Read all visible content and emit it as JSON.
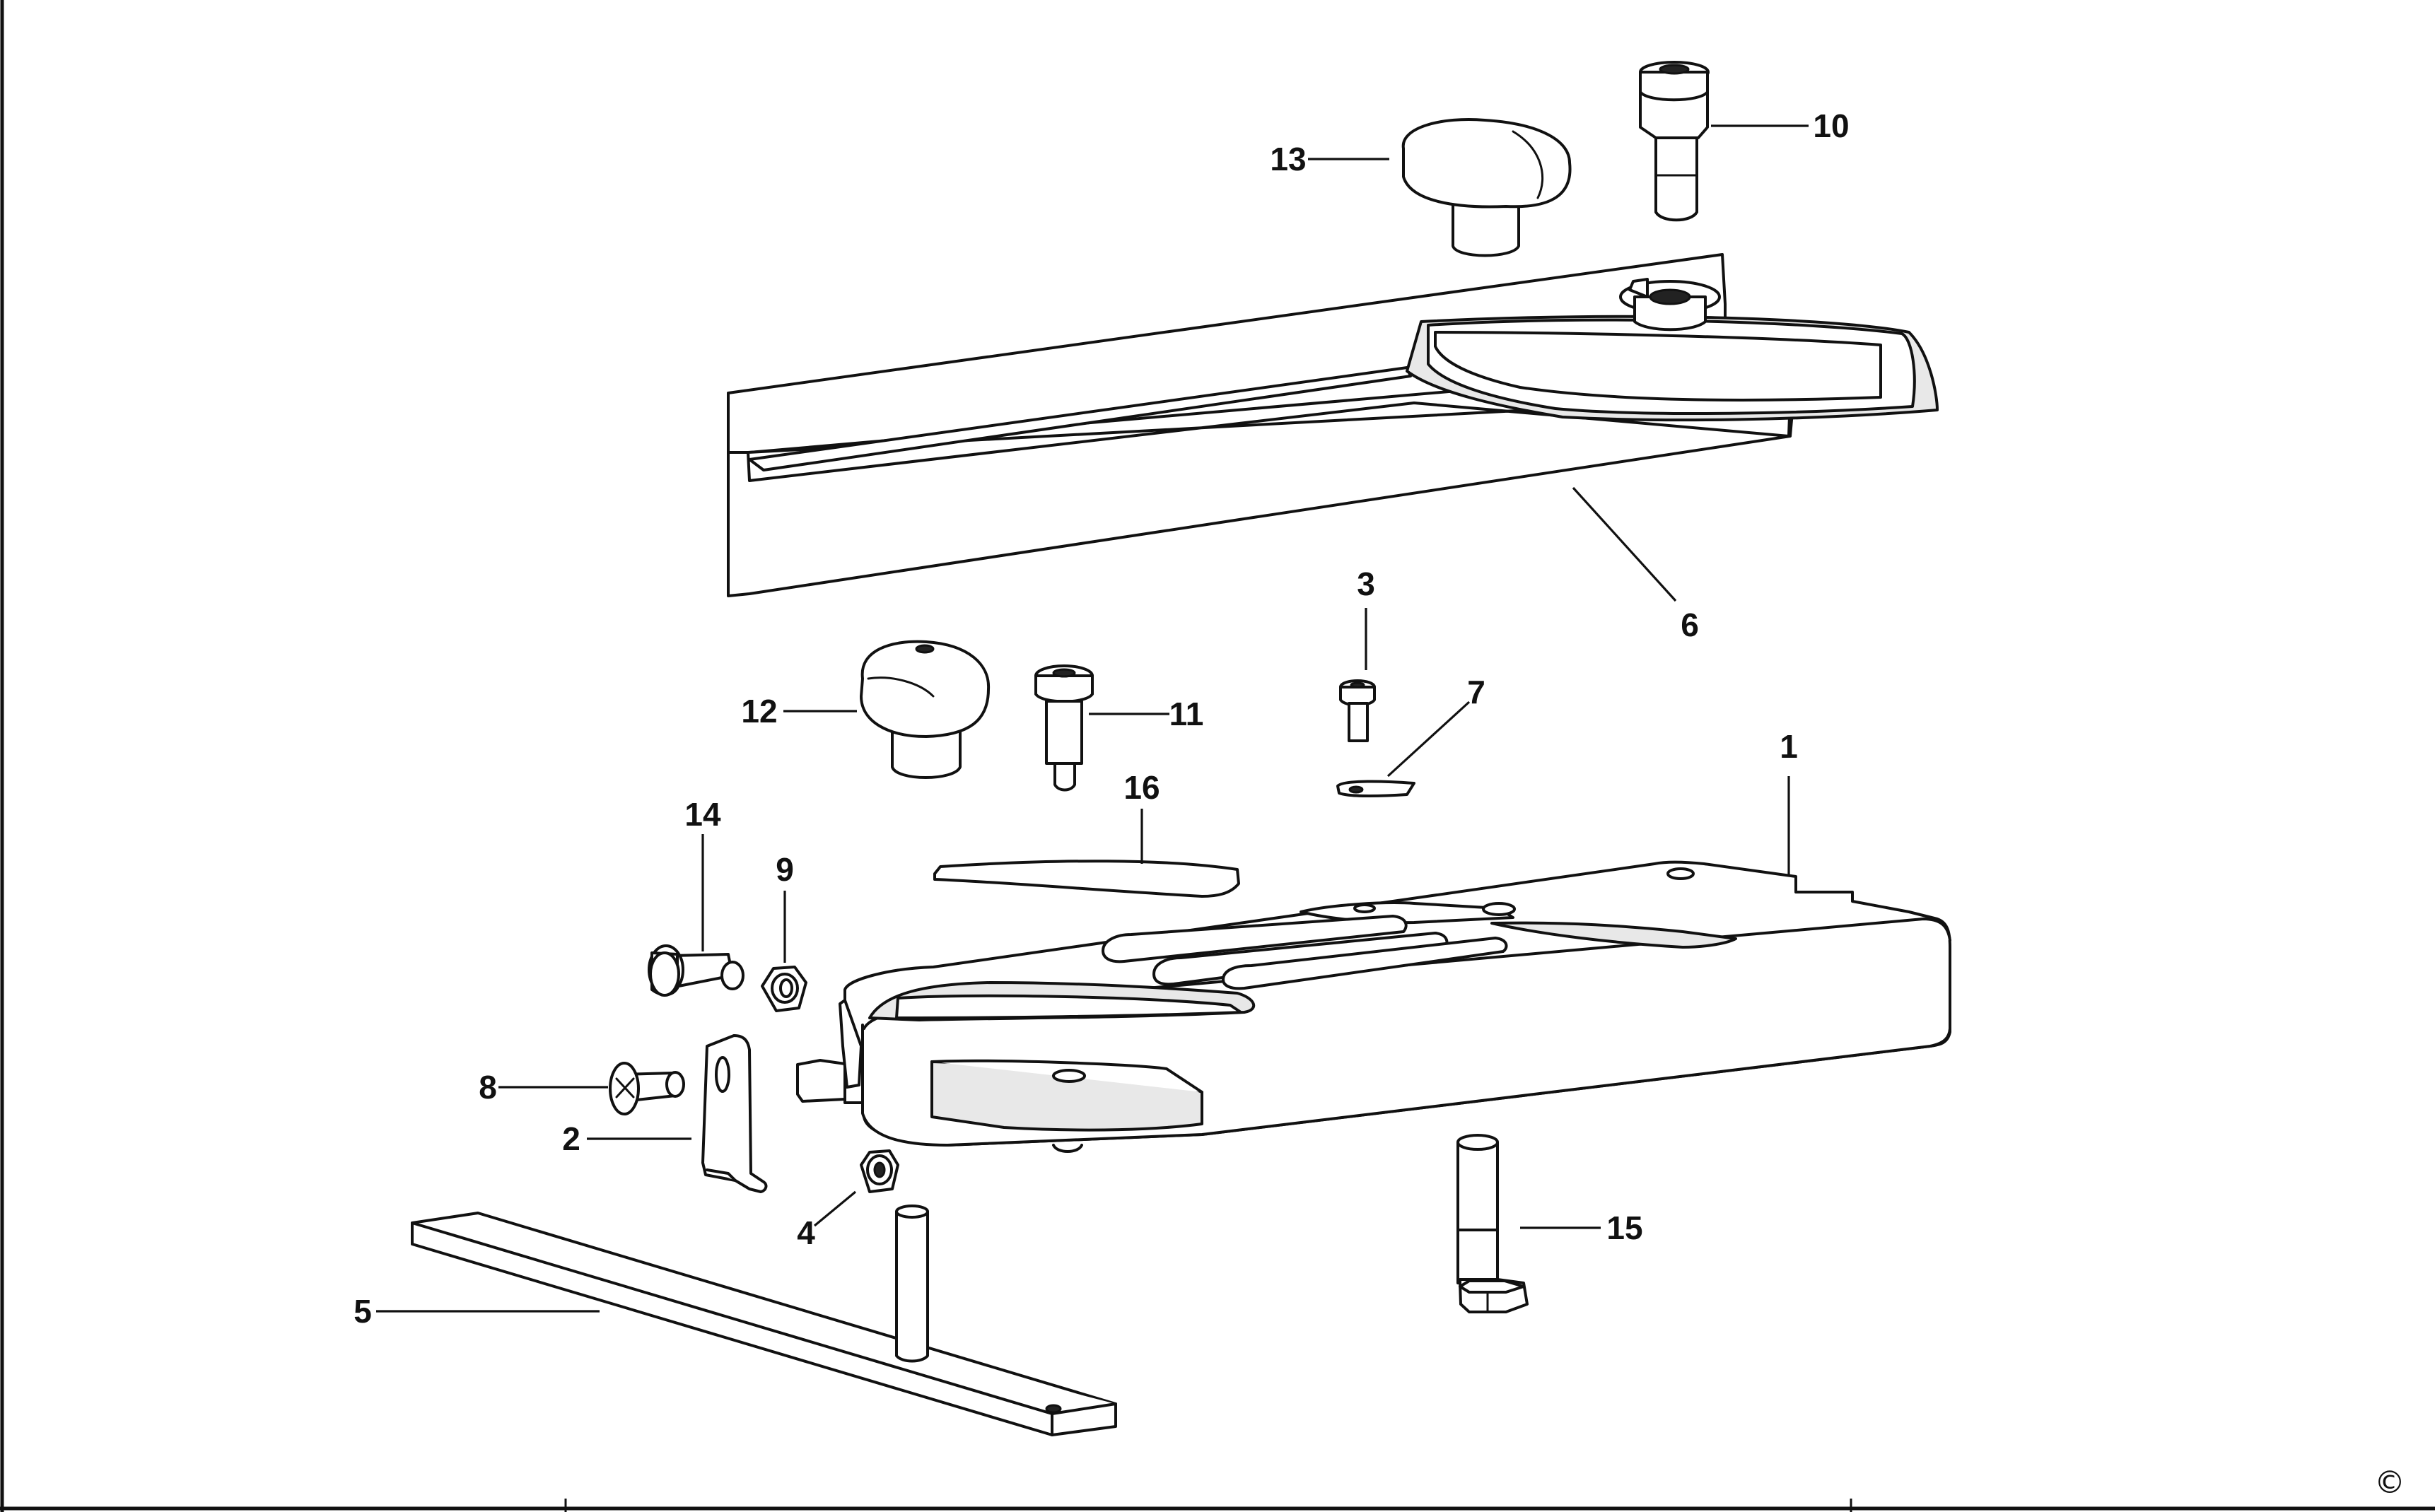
{
  "diagram": {
    "callouts": [
      {
        "id": "1",
        "label": "1"
      },
      {
        "id": "2",
        "label": "2"
      },
      {
        "id": "3",
        "label": "3"
      },
      {
        "id": "4",
        "label": "4"
      },
      {
        "id": "5",
        "label": "5"
      },
      {
        "id": "6",
        "label": "6"
      },
      {
        "id": "7",
        "label": "7"
      },
      {
        "id": "8",
        "label": "8"
      },
      {
        "id": "9",
        "label": "9"
      },
      {
        "id": "10",
        "label": "10"
      },
      {
        "id": "11",
        "label": "11"
      },
      {
        "id": "12",
        "label": "12"
      },
      {
        "id": "13",
        "label": "13"
      },
      {
        "id": "14",
        "label": "14"
      },
      {
        "id": "15",
        "label": "15"
      },
      {
        "id": "16",
        "label": "16"
      }
    ],
    "copyright_symbol": "©"
  }
}
